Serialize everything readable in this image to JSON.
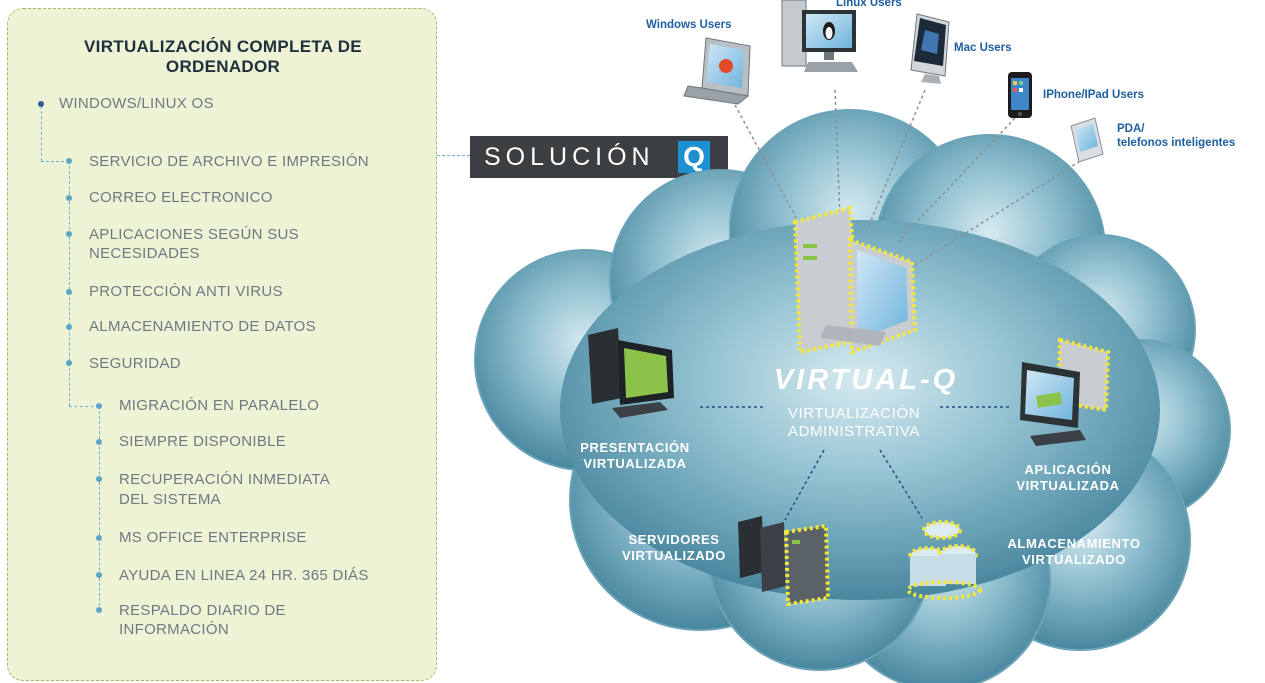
{
  "panel": {
    "title_line1": "VIRTUALIZACIÓN COMPLETA DE",
    "title_line2": "ORDENADOR",
    "os": "WINDOWS/LINUX OS",
    "services": [
      "SERVICIO DE ARCHIVO E IMPRESIÓN",
      "CORREO ELECTRONICO",
      "APLICACIONES SEGÚN SUS",
      "NECESIDADES",
      "PROTECCIÓN ANTI VIRUS",
      "ALMACENAMIENTO  DE DATOS",
      "SEGURIDAD"
    ],
    "extras": [
      "MIGRACIÓN EN PARALELO",
      "SIEMPRE DISPONIBLE",
      "RECUPERACIÓN INMEDIATA",
      "DEL SISTEMA",
      "MS OFFICE ENTERPRISE",
      "AYUDA EN LINEA 24 HR. 365 DIÁS",
      "RESPALDO DIARIO DE",
      "INFORMACIÓN"
    ]
  },
  "brand_banner": {
    "text": "SOLUCIÓN",
    "logo_letter": "Q"
  },
  "devices": {
    "windows": "Windows Users",
    "linux": "Linux Users",
    "mac": "Mac Users",
    "iphone": "IPhone/IPad Users",
    "pda_line1": "PDA/",
    "pda_line2": "telefonos inteligentes"
  },
  "cloud": {
    "brand": "VIRTUAL-Q",
    "admin_line1": "VIRTUALIZACIÓN",
    "admin_line2": "ADMINISTRATIVA",
    "presentation_line1": "PRESENTACIÓN",
    "presentation_line2": "VIRTUALIZADA",
    "application_line1": "APLICACIÓN",
    "application_line2": "VIRTUALIZADA",
    "servers_line1": "SERVIDORES",
    "servers_line2": "VIRTUALIZADO",
    "storage_line1": "ALMACENAMIENTO",
    "storage_line2": "VIRTUALIZADO"
  },
  "colors": {
    "panel_bg": "#eef3d6",
    "panel_border": "#9fba6f",
    "cloud": "#4f90a8",
    "accent_yellow": "#f5e63a",
    "link_blue": "#1e5fa0"
  }
}
